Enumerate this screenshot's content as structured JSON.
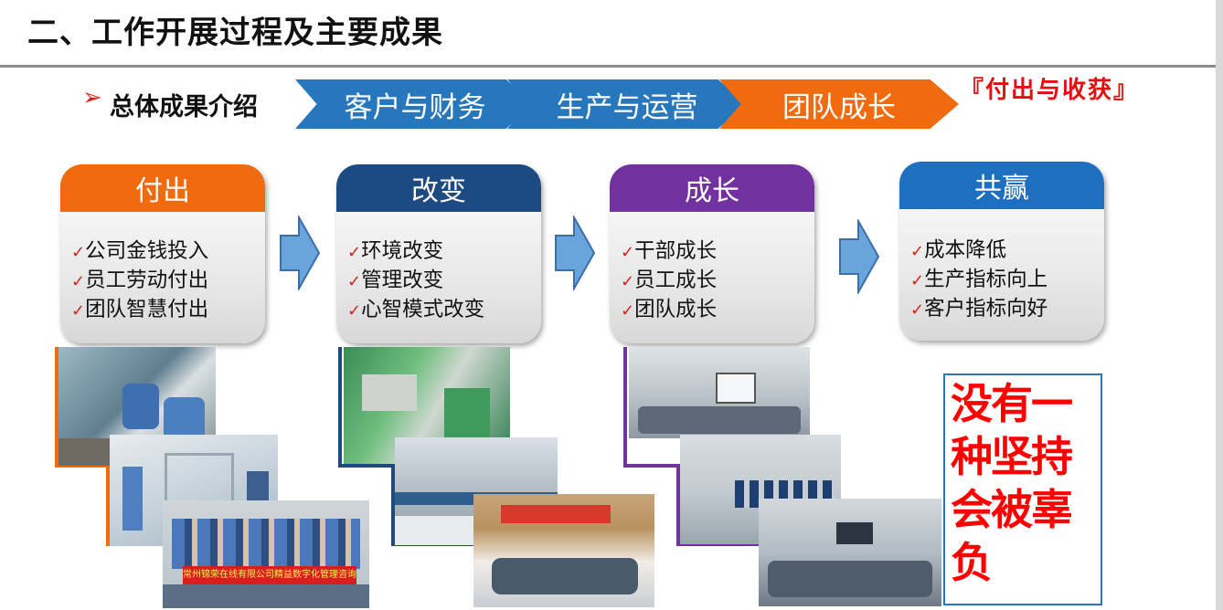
{
  "title": "二、工作开展过程及主要成果",
  "summary": {
    "bullet": "➢",
    "label": "总体成果介绍"
  },
  "tabs": [
    {
      "label": "客户与财务",
      "color": "#2777bd"
    },
    {
      "label": "生产与运营",
      "color": "#2777bd"
    },
    {
      "label": "团队成长",
      "color": "#f06a0e"
    }
  ],
  "stamp": "『付出与收获』",
  "cards": [
    {
      "title": "付出",
      "color": "#f06a0e",
      "items": [
        "公司金钱投入",
        "员工劳动付出",
        "团队智慧付出"
      ]
    },
    {
      "title": "改变",
      "color": "#1e4a82",
      "items": [
        "环境改变",
        "管理改变",
        "心智模式改变"
      ]
    },
    {
      "title": "成长",
      "color": "#7132a0",
      "items": [
        "干部成长",
        "员工成长",
        "团队成长"
      ]
    },
    {
      "title": "共赢",
      "color": "#1f6fc0",
      "items": [
        "成本降低",
        "生产指标向上",
        "客户指标向好"
      ]
    }
  ],
  "check_mark": "✓",
  "arrow_icon": "right-arrow-icon",
  "banner_text": "常州锦荣在线有限公司精益数字化管理咨询项目启动大会",
  "quote": "没有一种坚持会被辜负"
}
